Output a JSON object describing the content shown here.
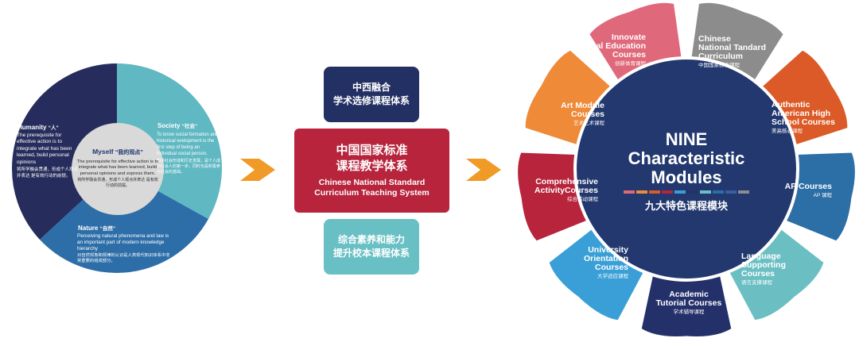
{
  "left_circle": {
    "center": {
      "title_en": "Myself",
      "title_cn": "“我的观点”",
      "body_en": "The prerequisite for effective action is to integrate what has been learned, build personal opinions and express them.",
      "body_cn": "将所学融会贯通，形成个人观点并表达 是有效行动的前提。"
    },
    "humanity": {
      "title": "Humanity",
      "cn": "“人”",
      "body_en": "The prerequisite for effective action is to integrate what has been learned, build personal opinions",
      "body_cn": "将所学融会贯通，形成个人观点并表达 是有效行动的前提。"
    },
    "society": {
      "title": "Society",
      "cn": "“社会”",
      "body_en": "To know social formation and historical evelopment is the first step of being an individual social person.",
      "body_cn": "知道社会形成和历史发展，是个人成为社会人的第一步，同时也是积极参与社会的基础。"
    },
    "nature": {
      "title": "Nature",
      "cn": "“自然”",
      "body_en": "Perceiving natural phenomena and law is an important part of modern knowledge hierarchy",
      "body_cn": "对自然现象和规律的认识是人类现代知识体系中非常重要的组成部分。"
    }
  },
  "middle": {
    "top": [
      "中西融合",
      "学术选修课程体系"
    ],
    "main_cn": [
      "中国国家标准",
      "课程教学体系"
    ],
    "main_en": [
      "Chinese National Standard",
      "Curriculum Teaching System"
    ],
    "bottom": [
      "综合素养和能力",
      "提升校本课程体系"
    ]
  },
  "modules": {
    "center_title": [
      "NINE",
      "Characteristic",
      "Modules"
    ],
    "center_cn": "九大特色课程模块",
    "items": [
      {
        "en": [
          "Innovate",
          "Physical Education",
          "Courses"
        ],
        "cn": "创新体育课程",
        "color": "#e0687b"
      },
      {
        "en": [
          "Chinese",
          "National Tandard",
          "Curriculum"
        ],
        "cn": "中国国家标准课程",
        "color": "#8c8c8c"
      },
      {
        "en": [
          "Authentic",
          "American High",
          "School Courses"
        ],
        "cn": "美高核心课程",
        "color": "#dc5a27"
      },
      {
        "en": [
          "AP Courses"
        ],
        "cn": "AP 课程",
        "color": "#2c6ea6"
      },
      {
        "en": [
          "Language",
          "Supporting",
          "Courses"
        ],
        "cn": "语言支撑课程",
        "color": "#6bbfc3"
      },
      {
        "en": [
          "Academic",
          "Tutorial Courses"
        ],
        "cn": "学术辅导课程",
        "color": "#24306a"
      },
      {
        "en": [
          "University",
          "Orientation",
          "Courses"
        ],
        "cn": "大学适应课程",
        "color": "#3a9fd6"
      },
      {
        "en": [
          "Comprehensive",
          "ActivityCourses"
        ],
        "cn": "综合活动课程",
        "color": "#b7243c"
      },
      {
        "en": [
          "Art Module",
          "Courses"
        ],
        "cn": "艺术艺术课程",
        "color": "#ee8a38"
      }
    ],
    "color_bar": [
      "#e0687b",
      "#ee8a38",
      "#dc5a27",
      "#b7243c",
      "#3a9fd6",
      "#24306a",
      "#6bbfc3",
      "#2c6ea6",
      "#3a5fa0",
      "#8c8c8c"
    ]
  },
  "colors": {
    "arrow": "#f09a27",
    "center_navy": "#22386e",
    "society": "#5fb8c2",
    "humanity": "#262d5c",
    "nature": "#2d6ea8"
  }
}
